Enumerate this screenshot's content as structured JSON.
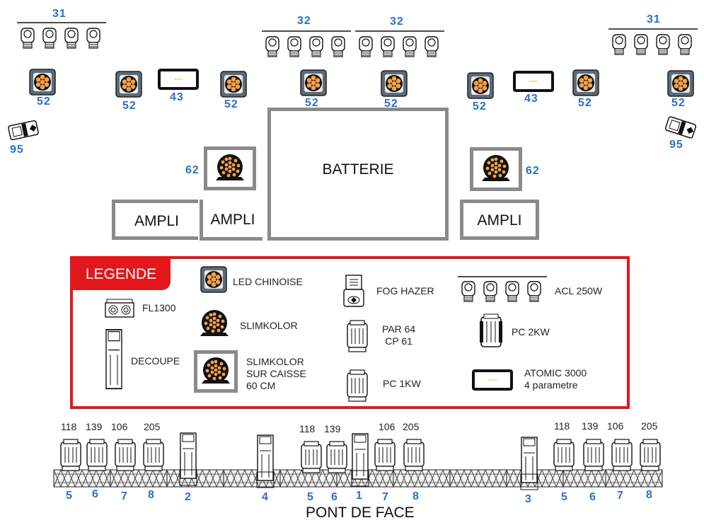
{
  "top_labels": {
    "acl_left": "31",
    "acl_mid_a": "32",
    "acl_mid_b": "32",
    "acl_right": "31",
    "led_1": "52",
    "led_2": "52",
    "led_3": "52",
    "led_4": "52",
    "led_5": "52",
    "led_6": "52",
    "led_7": "52",
    "led_8": "52",
    "atomic_1": "43",
    "atomic_2": "43",
    "hazer_left": "95",
    "hazer_right": "95",
    "slim_left": "62",
    "slim_right": "62"
  },
  "stage": {
    "batterie": "BATTERIE",
    "ampli_1": "AMPLI",
    "ampli_2": "AMPLI",
    "ampli_3": "AMPLI"
  },
  "legend": {
    "title": "LEGENDE",
    "led_chinoise": "LED CHINOISE",
    "fog_hazer": "FOG HAZER",
    "acl": "ACL 250W",
    "fl1300": "FL1300",
    "slimkolor": "SLIMKOLOR",
    "par64": "PAR 64",
    "cp61": "CP 61",
    "pc2kw": "PC 2KW",
    "decoupe": "DECOUPE",
    "slim_caisse_1": "SLIMKOLOR",
    "slim_caisse_2": "SUR CAISSE",
    "slim_caisse_3": "60 CM",
    "pc1kw": "PC 1KW",
    "atomic_1": "ATOMIC 3000",
    "atomic_2": "4 parametre"
  },
  "truss": {
    "title": "PONT DE FACE",
    "top_channels": [
      "118",
      "139",
      "106",
      "205",
      "118",
      "139",
      "106",
      "205",
      "118",
      "139",
      "106",
      "205"
    ],
    "bottom_channels": [
      "5",
      "6",
      "7",
      "8",
      "2",
      "4",
      "5",
      "6",
      "1",
      "7",
      "8",
      "3",
      "5",
      "6",
      "7",
      "8"
    ]
  },
  "colors": {
    "accent_blue": "#2a6fce",
    "legend_red": "#e3171c",
    "frame_gray": "#8a8a8a",
    "led_orange": "#f4a04a"
  }
}
